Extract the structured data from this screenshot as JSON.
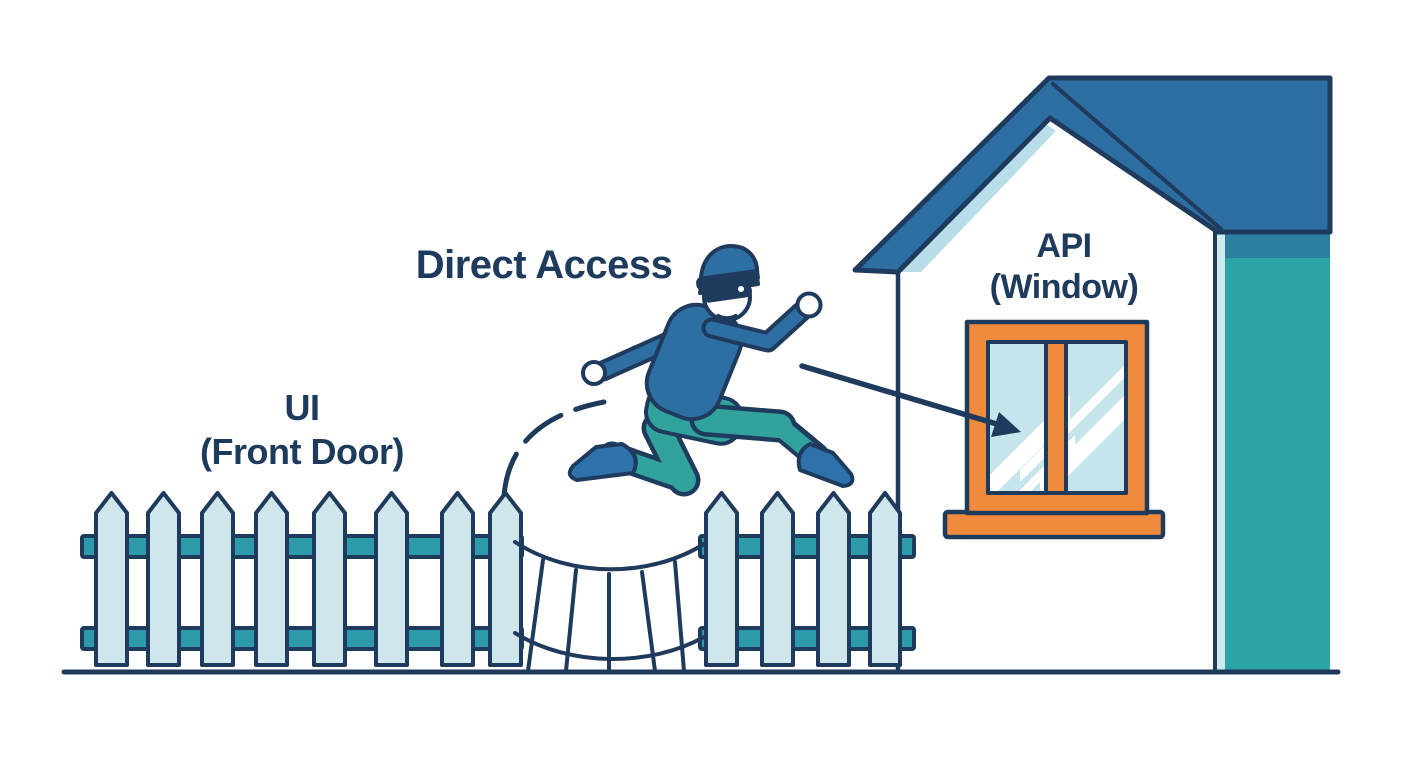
{
  "labels": {
    "direct_access": "Direct Access",
    "ui_line1": "UI",
    "ui_line2": "(Front Door)",
    "api_line1": "API",
    "api_line2": "(Window)"
  },
  "colors": {
    "background": "#ffffff",
    "text": "#1e3a5c",
    "navy": "#1e3a5c",
    "blue": "#2d6ea3",
    "teal_wall": "#2ba4a6",
    "teal_shade": "#2d7f9f",
    "teal_rail": "#2d9aaa",
    "teal_pants": "#31a39c",
    "picket": "#cfe7ec",
    "trim": "#b9dde9",
    "wall_stripe": "#cfe9ee",
    "orange": "#f08a3c",
    "glass": "#c5e4ec",
    "shoe": "#2e72ab"
  }
}
